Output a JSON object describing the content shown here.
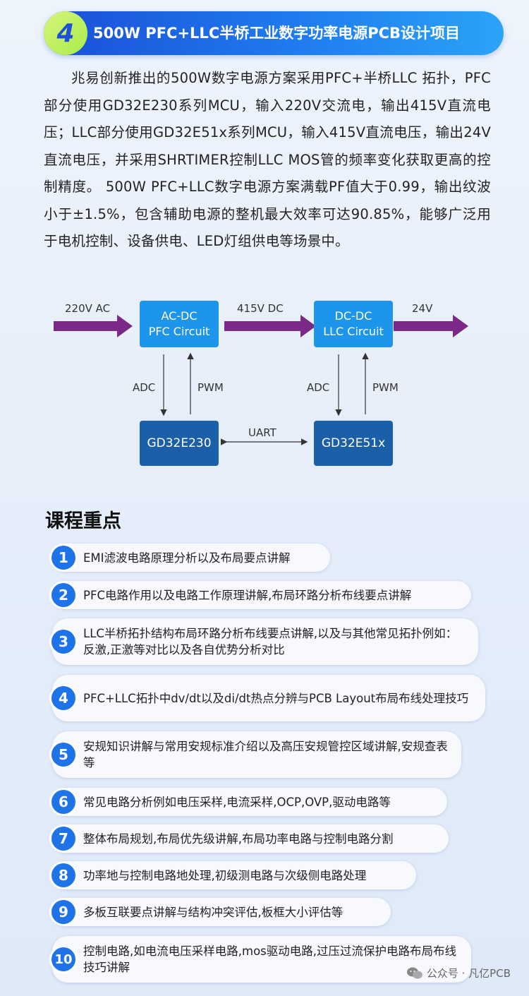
{
  "banner": {
    "number": "4",
    "title": "500W PFC+LLC半桥工业数字功率电源PCB设计项目"
  },
  "intro": "兆易创新推出的500W数字电源方案采用PFC+半桥LLC 拓扑，PFC部分使用GD32E230系列MCU，输入220V交流电，输出415V直流电压；LLC部分使用GD32E51x系列MCU，输入415V直流电压，输出24V直流电压，并采用SHRTIMER控制LLC MOS管的频率变化获取更高的控制精度。 500W PFC+LLC数字电源方案满载PF值大于0.99，输出纹波小于±1.5%，包含辅助电源的整机最大效率可达90.85%，能够广泛用于电机控制、设备供电、LED灯组供电等场景中。",
  "diagram": {
    "input_label": "220V AC",
    "mid_label": "415V DC",
    "output_label": "24V",
    "pfc_box": {
      "line1": "AC-DC",
      "line2": "PFC Circuit"
    },
    "llc_box": {
      "line1": "DC-DC",
      "line2": "LLC Circuit"
    },
    "mcu1": "GD32E230",
    "mcu2": "GD32E51x",
    "adc_label": "ADC",
    "pwm_label": "PWM",
    "uart_label": "UART",
    "colors": {
      "arrow": "#7a2a86",
      "light_box": "#1d95ea",
      "dark_box": "#1b5fa8"
    }
  },
  "course": {
    "heading": "课程重点",
    "items": [
      {
        "num": "1",
        "text": "EMI滤波电路原理分析以及布局要点讲解"
      },
      {
        "num": "2",
        "text": "PFC电路作用以及电路工作原理讲解,布局环路分析布线要点讲解"
      },
      {
        "num": "3",
        "text": "LLC半桥拓扑结构布局环路分析布线要点讲解,以及与其他常见拓扑例如：反激,正激等对比以及各自优势分析对比"
      },
      {
        "num": "4",
        "text": "PFC+LLC拓扑中dv/dt以及di/dt热点分辨与PCB Layout布局布线处理技巧"
      },
      {
        "num": "5",
        "text": "安规知识讲解与常用安规标准介绍以及高压安规管控区域讲解,安规查表等"
      },
      {
        "num": "6",
        "text": "常见电路分析例如电压采样,电流采样,OCP,OVP,驱动电路等"
      },
      {
        "num": "7",
        "text": "整体布局规划,布局优先级讲解,布局功率电路与控制电路分割"
      },
      {
        "num": "8",
        "text": "功率地与控制电路地处理,初级测电路与次级侧电路处理"
      },
      {
        "num": "9",
        "text": "多板互联要点讲解与结构冲突评估,板框大小评估等"
      },
      {
        "num": "10",
        "text": "控制电路,如电流电压采样电路,mos驱动电路,过压过流保护电路布局布线技巧讲解"
      }
    ]
  },
  "watermark": {
    "text": "公众号 · 凡亿PCB",
    "icon": "wechat-icon"
  }
}
